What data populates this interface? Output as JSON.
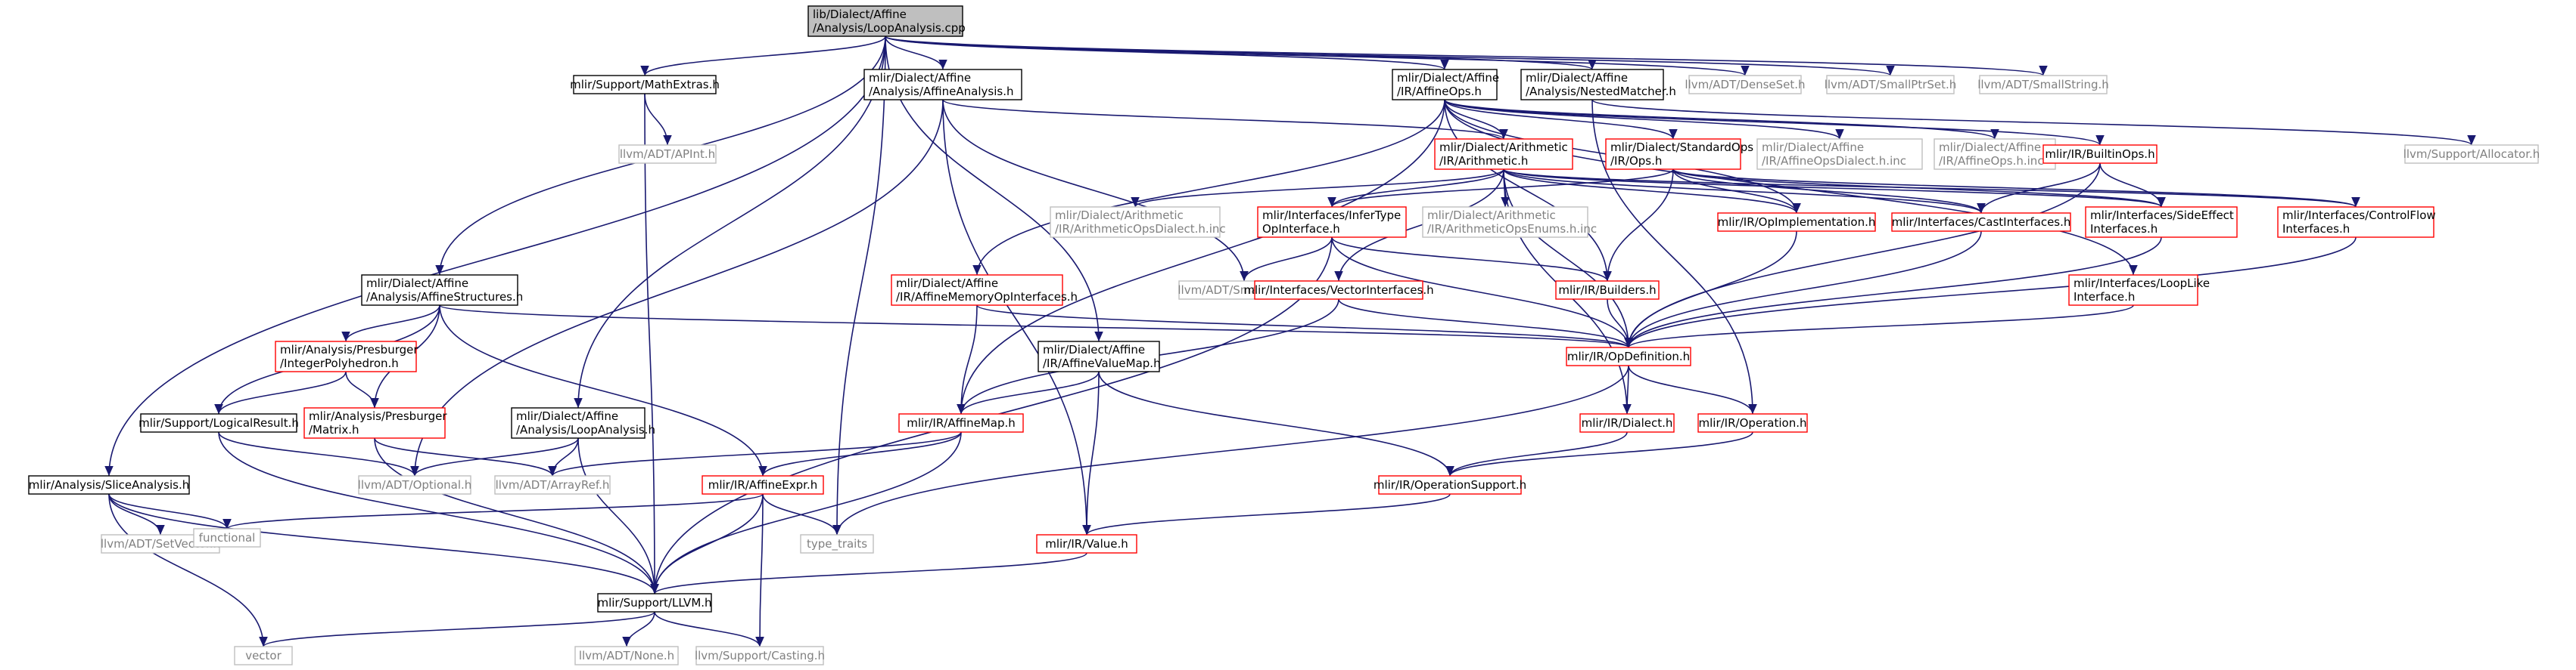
{
  "colors": {
    "root_fill": "#bfbfbf",
    "black_border": "#000000",
    "red_border": "#ff0000",
    "gray_border": "#bfbfbf",
    "gray_text": "#808080",
    "edge": "#191970"
  },
  "nodes": [
    {
      "id": "root",
      "lines": [
        "lib/Dialect/Affine",
        "/Analysis/LoopAnalysis.cpp"
      ],
      "style": "root"
    },
    {
      "id": "mathextras",
      "lines": [
        "mlir/Support/MathExtras.h"
      ],
      "style": "black"
    },
    {
      "id": "affineanalysis",
      "lines": [
        "mlir/Dialect/Affine",
        "/Analysis/AffineAnalysis.h"
      ],
      "style": "black"
    },
    {
      "id": "affineops",
      "lines": [
        "mlir/Dialect/Affine",
        "/IR/AffineOps.h"
      ],
      "style": "black"
    },
    {
      "id": "nestedmatcher",
      "lines": [
        "mlir/Dialect/Affine",
        "/Analysis/NestedMatcher.h"
      ],
      "style": "black"
    },
    {
      "id": "densemap",
      "lines": [
        "llvm/ADT/DenseSet.h"
      ],
      "style": "gray"
    },
    {
      "id": "smallptrset",
      "lines": [
        "llvm/ADT/SmallPtrSet.h"
      ],
      "style": "gray"
    },
    {
      "id": "smallstring",
      "lines": [
        "llvm/ADT/SmallString.h"
      ],
      "style": "gray"
    },
    {
      "id": "apint",
      "lines": [
        "llvm/ADT/APInt.h"
      ],
      "style": "gray"
    },
    {
      "id": "arith",
      "lines": [
        "mlir/Dialect/Arithmetic",
        "/IR/Arithmetic.h"
      ],
      "style": "red"
    },
    {
      "id": "stdops",
      "lines": [
        "mlir/Dialect/StandardOps",
        "/IR/Ops.h"
      ],
      "style": "red"
    },
    {
      "id": "affinedialectinc",
      "lines": [
        "mlir/Dialect/Affine",
        "/IR/AffineOpsDialect.h.inc"
      ],
      "style": "gray"
    },
    {
      "id": "affineopsinc",
      "lines": [
        "mlir/Dialect/Affine",
        "/IR/AffineOps.h.inc"
      ],
      "style": "gray"
    },
    {
      "id": "builtinops",
      "lines": [
        "mlir/IR/BuiltinOps.h"
      ],
      "style": "red"
    },
    {
      "id": "allocator",
      "lines": [
        "llvm/Support/Allocator.h"
      ],
      "style": "gray"
    },
    {
      "id": "arithdialectinc",
      "lines": [
        "mlir/Dialect/Arithmetic",
        "/IR/ArithmeticOpsDialect.h.inc"
      ],
      "style": "gray"
    },
    {
      "id": "infertype",
      "lines": [
        "mlir/Interfaces/InferType",
        "OpInterface.h"
      ],
      "style": "red"
    },
    {
      "id": "arithenumsinc",
      "lines": [
        "mlir/Dialect/Arithmetic",
        "/IR/ArithmeticOpsEnums.h.inc"
      ],
      "style": "gray"
    },
    {
      "id": "opimpl",
      "lines": [
        "mlir/IR/OpImplementation.h"
      ],
      "style": "red"
    },
    {
      "id": "castif",
      "lines": [
        "mlir/Interfaces/CastInterfaces.h"
      ],
      "style": "red"
    },
    {
      "id": "sideeffect",
      "lines": [
        "mlir/Interfaces/SideEffect",
        "Interfaces.h"
      ],
      "style": "red"
    },
    {
      "id": "controlflow",
      "lines": [
        "mlir/Interfaces/ControlFlow",
        "Interfaces.h"
      ],
      "style": "red"
    },
    {
      "id": "affinestructures",
      "lines": [
        "mlir/Dialect/Affine",
        "/Analysis/AffineStructures.h"
      ],
      "style": "black"
    },
    {
      "id": "affinememop",
      "lines": [
        "mlir/Dialect/Affine",
        "/IR/AffineMemoryOpInterfaces.h"
      ],
      "style": "red"
    },
    {
      "id": "smallvector",
      "lines": [
        "llvm/ADT/SmallVector.h"
      ],
      "style": "gray"
    },
    {
      "id": "vectorif",
      "lines": [
        "mlir/Interfaces/VectorInterfaces.h"
      ],
      "style": "red"
    },
    {
      "id": "builders",
      "lines": [
        "mlir/IR/Builders.h"
      ],
      "style": "red"
    },
    {
      "id": "looplike",
      "lines": [
        "mlir/Interfaces/LoopLike",
        "Interface.h"
      ],
      "style": "red"
    },
    {
      "id": "intpoly",
      "lines": [
        "mlir/Analysis/Presburger",
        "/IntegerPolyhedron.h"
      ],
      "style": "red"
    },
    {
      "id": "opdef",
      "lines": [
        "mlir/IR/OpDefinition.h"
      ],
      "style": "red"
    },
    {
      "id": "affinevaluemap",
      "lines": [
        "mlir/Dialect/Affine",
        "/IR/AffineValueMap.h"
      ],
      "style": "black"
    },
    {
      "id": "logicalresult",
      "lines": [
        "mlir/Support/LogicalResult.h"
      ],
      "style": "black"
    },
    {
      "id": "matrix",
      "lines": [
        "mlir/Analysis/Presburger",
        "/Matrix.h"
      ],
      "style": "red"
    },
    {
      "id": "loopanalysis",
      "lines": [
        "mlir/Dialect/Affine",
        "/Analysis/LoopAnalysis.h"
      ],
      "style": "black"
    },
    {
      "id": "affinemap",
      "lines": [
        "mlir/IR/AffineMap.h"
      ],
      "style": "red"
    },
    {
      "id": "dialect",
      "lines": [
        "mlir/IR/Dialect.h"
      ],
      "style": "red"
    },
    {
      "id": "operation",
      "lines": [
        "mlir/IR/Operation.h"
      ],
      "style": "red"
    },
    {
      "id": "slice",
      "lines": [
        "mlir/Analysis/SliceAnalysis.h"
      ],
      "style": "black"
    },
    {
      "id": "optional",
      "lines": [
        "llvm/ADT/Optional.h"
      ],
      "style": "gray"
    },
    {
      "id": "arrayref",
      "lines": [
        "llvm/ADT/ArrayRef.h"
      ],
      "style": "gray"
    },
    {
      "id": "affineexpr",
      "lines": [
        "mlir/IR/AffineExpr.h"
      ],
      "style": "red"
    },
    {
      "id": "opsupport",
      "lines": [
        "mlir/IR/OperationSupport.h"
      ],
      "style": "red"
    },
    {
      "id": "setvector",
      "lines": [
        "llvm/ADT/SetVector.h"
      ],
      "style": "gray"
    },
    {
      "id": "functional",
      "lines": [
        "functional"
      ],
      "style": "gray"
    },
    {
      "id": "typetraits",
      "lines": [
        "type_traits"
      ],
      "style": "gray"
    },
    {
      "id": "value",
      "lines": [
        "mlir/IR/Value.h"
      ],
      "style": "red"
    },
    {
      "id": "llvmh",
      "lines": [
        "mlir/Support/LLVM.h"
      ],
      "style": "black"
    },
    {
      "id": "vector",
      "lines": [
        "vector"
      ],
      "style": "gray"
    },
    {
      "id": "none",
      "lines": [
        "llvm/ADT/None.h"
      ],
      "style": "gray"
    },
    {
      "id": "casting",
      "lines": [
        "llvm/Support/Casting.h"
      ],
      "style": "gray"
    }
  ],
  "edges": [
    [
      "root",
      "mathextras"
    ],
    [
      "root",
      "affineanalysis"
    ],
    [
      "root",
      "affineops"
    ],
    [
      "root",
      "nestedmatcher"
    ],
    [
      "root",
      "densemap"
    ],
    [
      "root",
      "smallptrset"
    ],
    [
      "root",
      "smallstring"
    ],
    [
      "root",
      "affinestructures"
    ],
    [
      "root",
      "loopanalysis"
    ],
    [
      "root",
      "slice"
    ],
    [
      "root",
      "typetraits"
    ],
    [
      "root",
      "affinevaluemap"
    ],
    [
      "mathextras",
      "apint"
    ],
    [
      "mathextras",
      "llvmh"
    ],
    [
      "affineanalysis",
      "arith"
    ],
    [
      "affineanalysis",
      "smallvector"
    ],
    [
      "affineanalysis",
      "optional"
    ],
    [
      "affineanalysis",
      "value"
    ],
    [
      "affineops",
      "arith"
    ],
    [
      "affineops",
      "stdops"
    ],
    [
      "affineops",
      "affinedialectinc"
    ],
    [
      "affineops",
      "affineopsinc"
    ],
    [
      "affineops",
      "builtinops"
    ],
    [
      "affineops",
      "affinememop"
    ],
    [
      "affineops",
      "affinemap"
    ],
    [
      "affineops",
      "builders"
    ],
    [
      "affineops",
      "opimpl"
    ],
    [
      "affineops",
      "looplike"
    ],
    [
      "nestedmatcher",
      "allocator"
    ],
    [
      "nestedmatcher",
      "operation"
    ],
    [
      "arith",
      "arithdialectinc"
    ],
    [
      "arith",
      "infertype"
    ],
    [
      "arith",
      "arithenumsinc"
    ],
    [
      "arith",
      "castif"
    ],
    [
      "arith",
      "sideeffect"
    ],
    [
      "arith",
      "vectorif"
    ],
    [
      "arith",
      "opimpl"
    ],
    [
      "arith",
      "opdef"
    ],
    [
      "arith",
      "dialect"
    ],
    [
      "arith",
      "controlflow"
    ],
    [
      "stdops",
      "castif"
    ],
    [
      "stdops",
      "builders"
    ],
    [
      "stdops",
      "opimpl"
    ],
    [
      "stdops",
      "controlflow"
    ],
    [
      "stdops",
      "infertype"
    ],
    [
      "stdops",
      "sideeffect"
    ],
    [
      "builtinops",
      "opdef"
    ],
    [
      "builtinops",
      "castif"
    ],
    [
      "builtinops",
      "sideeffect"
    ],
    [
      "infertype",
      "smallvector"
    ],
    [
      "infertype",
      "builders"
    ],
    [
      "infertype",
      "opdef"
    ],
    [
      "infertype",
      "llvmh"
    ],
    [
      "opimpl",
      "opdef"
    ],
    [
      "castif",
      "opdef"
    ],
    [
      "sideeffect",
      "opdef"
    ],
    [
      "controlflow",
      "opdef"
    ],
    [
      "affinestructures",
      "opdef"
    ],
    [
      "affinestructures",
      "intpoly"
    ],
    [
      "affinestructures",
      "matrix"
    ],
    [
      "affinestructures",
      "logicalresult"
    ],
    [
      "affinestructures",
      "affineexpr"
    ],
    [
      "affinememop",
      "opdef"
    ],
    [
      "affinememop",
      "affinemap"
    ],
    [
      "vectorif",
      "opdef"
    ],
    [
      "vectorif",
      "affinemap"
    ],
    [
      "builders",
      "opdef"
    ],
    [
      "looplike",
      "opdef"
    ],
    [
      "intpoly",
      "matrix"
    ],
    [
      "intpoly",
      "logicalresult"
    ],
    [
      "opdef",
      "dialect"
    ],
    [
      "opdef",
      "operation"
    ],
    [
      "opdef",
      "typetraits"
    ],
    [
      "affinevaluemap",
      "affinemap"
    ],
    [
      "affinevaluemap",
      "opsupport"
    ],
    [
      "affinevaluemap",
      "value"
    ],
    [
      "logicalresult",
      "optional"
    ],
    [
      "logicalresult",
      "llvmh"
    ],
    [
      "matrix",
      "arrayref"
    ],
    [
      "matrix",
      "llvmh"
    ],
    [
      "loopanalysis",
      "optional"
    ],
    [
      "loopanalysis",
      "arrayref"
    ],
    [
      "loopanalysis",
      "llvmh"
    ],
    [
      "affinemap",
      "affineexpr"
    ],
    [
      "affinemap",
      "arrayref"
    ],
    [
      "affinemap",
      "llvmh"
    ],
    [
      "dialect",
      "opsupport"
    ],
    [
      "operation",
      "opsupport"
    ],
    [
      "slice",
      "setvector"
    ],
    [
      "slice",
      "functional"
    ],
    [
      "slice",
      "llvmh"
    ],
    [
      "slice",
      "vector"
    ],
    [
      "affineexpr",
      "functional"
    ],
    [
      "affineexpr",
      "typetraits"
    ],
    [
      "affineexpr",
      "llvmh"
    ],
    [
      "affineexpr",
      "casting"
    ],
    [
      "opsupport",
      "value"
    ],
    [
      "value",
      "llvmh"
    ],
    [
      "llvmh",
      "vector"
    ],
    [
      "llvmh",
      "none"
    ],
    [
      "llvmh",
      "casting"
    ]
  ]
}
